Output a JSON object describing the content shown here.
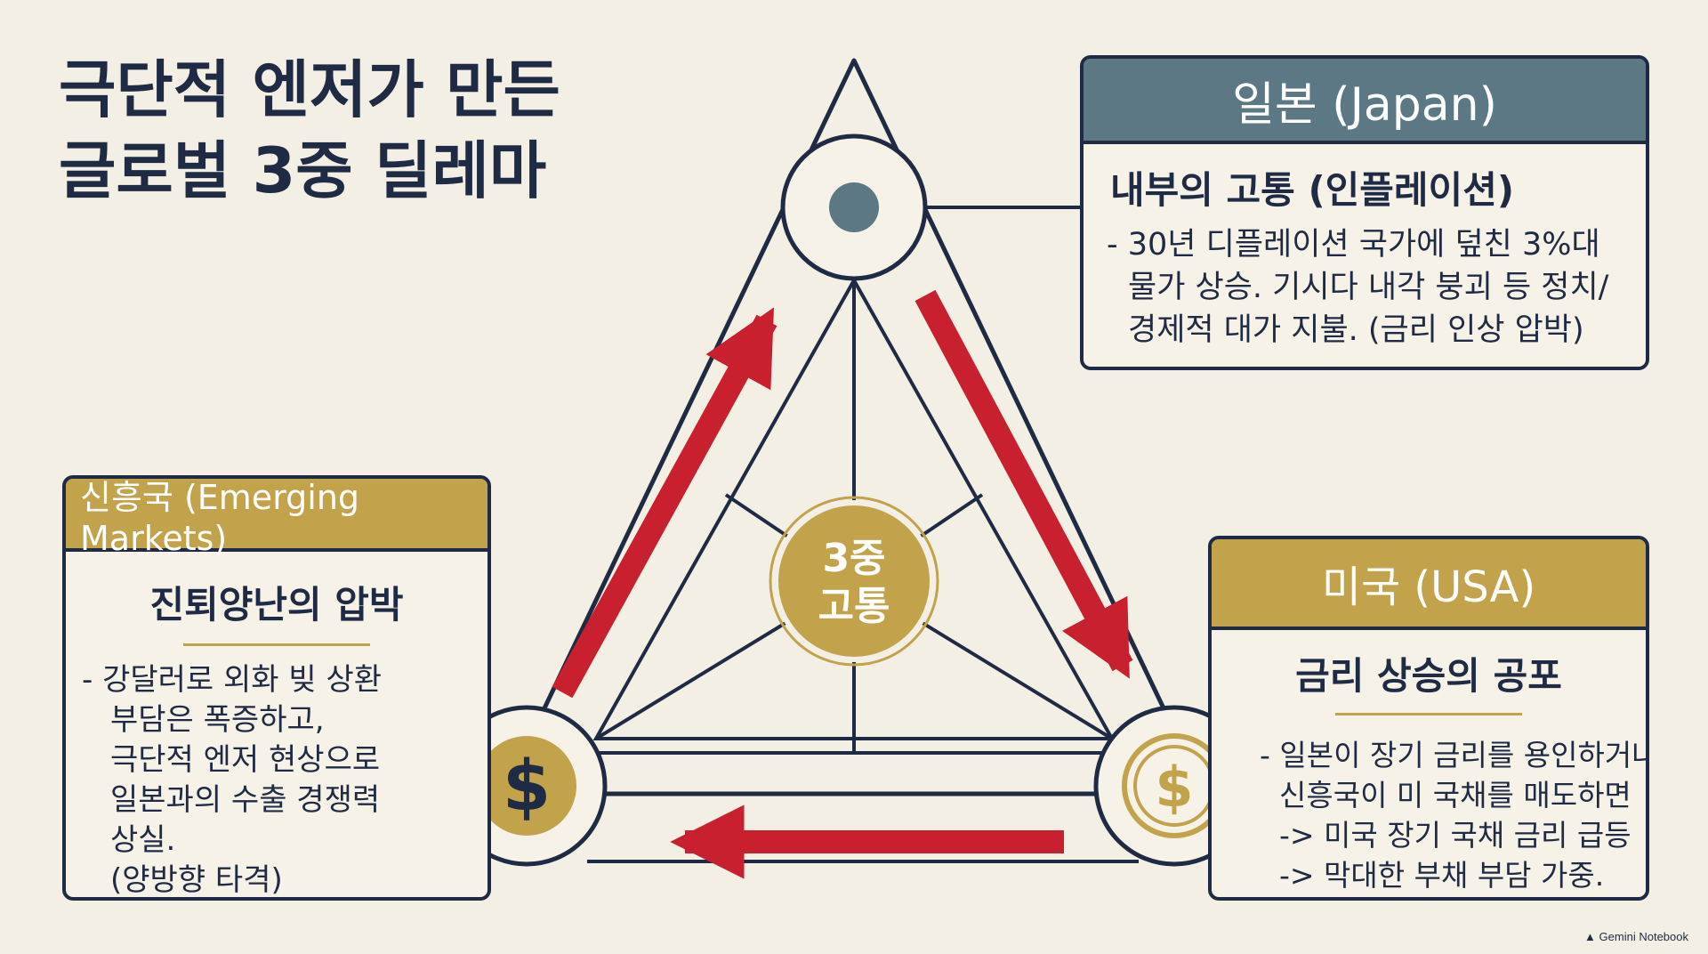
{
  "title": {
    "line1": "극단적 엔저가 만든",
    "line2": "글로벌 3중 딜레마"
  },
  "center": {
    "line1": "3중",
    "line2": "고통"
  },
  "japan": {
    "header": "일본 (Japan)",
    "subtitle": "내부의 고통 (인플레이션)",
    "body": [
      "- 30년 디플레이션 국가에 덮친 3%대",
      "물가 상승. 기시다 내각 붕괴 등 정치/",
      "경제적 대가 지불. (금리 인상 압박)"
    ]
  },
  "emerging": {
    "header": "신흥국 (Emerging Markets)",
    "subtitle": "진퇴양난의 압박",
    "body": [
      "- 강달러로 외화 빚 상환",
      "부담은 폭증하고,",
      "극단적 엔저 현상으로",
      "일본과의 수출 경쟁력",
      "상실.",
      "(양방향 타격)"
    ]
  },
  "usa": {
    "header": "미국 (USA)",
    "subtitle": "금리 상승의 공포",
    "body": [
      "- 일본이 장기 금리를 용인하거나",
      "신흥국이 미 국채를 매도하면",
      "-> 미국 장기 국채 금리 급등",
      "-> 막대한 부채 부담 가중."
    ]
  },
  "node_icons": {
    "top": "teal-dot-icon",
    "left": "dollar-coin-icon",
    "right": "dollar-coin-outline-icon",
    "dollar_symbol": "$"
  },
  "watermark": "Gemini Notebook",
  "colors": {
    "navy": "#1f2a44",
    "teal": "#5c7884",
    "gold": "#c2a24a",
    "red": "#c8202e",
    "background": "#f3efe4"
  }
}
